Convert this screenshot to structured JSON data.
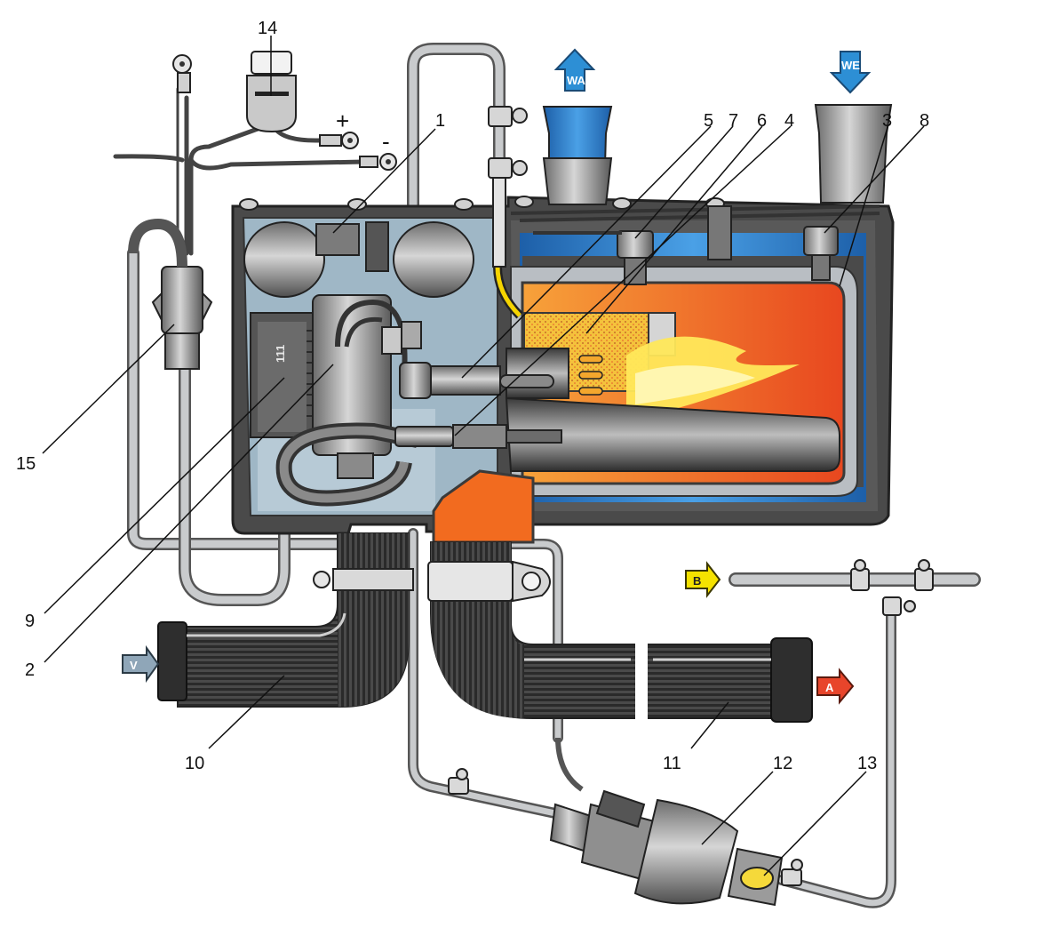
{
  "callouts": {
    "c1": "1",
    "c2": "2",
    "c3": "3",
    "c4": "4",
    "c5": "5",
    "c6": "6",
    "c7": "7",
    "c8": "8",
    "c9": "9",
    "c10": "10",
    "c11": "11",
    "c12": "12",
    "c13": "13",
    "c14": "14",
    "c15": "15"
  },
  "flow_tags": {
    "wa": "WA",
    "we": "WE",
    "v": "V",
    "a": "A",
    "b": "B"
  },
  "signs": {
    "plus": "+",
    "minus": "-"
  },
  "colors": {
    "housing": "#4a4a4a",
    "coolant_blue": "#2f7fd0",
    "flame_orange": "#f26b1f",
    "flame_yellow": "#ffe85a",
    "pipe_gray": "#b9bbbd",
    "arrow_blue": "#2d8fd5",
    "arrow_yellow": "#f5e200",
    "arrow_red": "#e8452b",
    "arrow_slate": "#8fa6b8"
  }
}
